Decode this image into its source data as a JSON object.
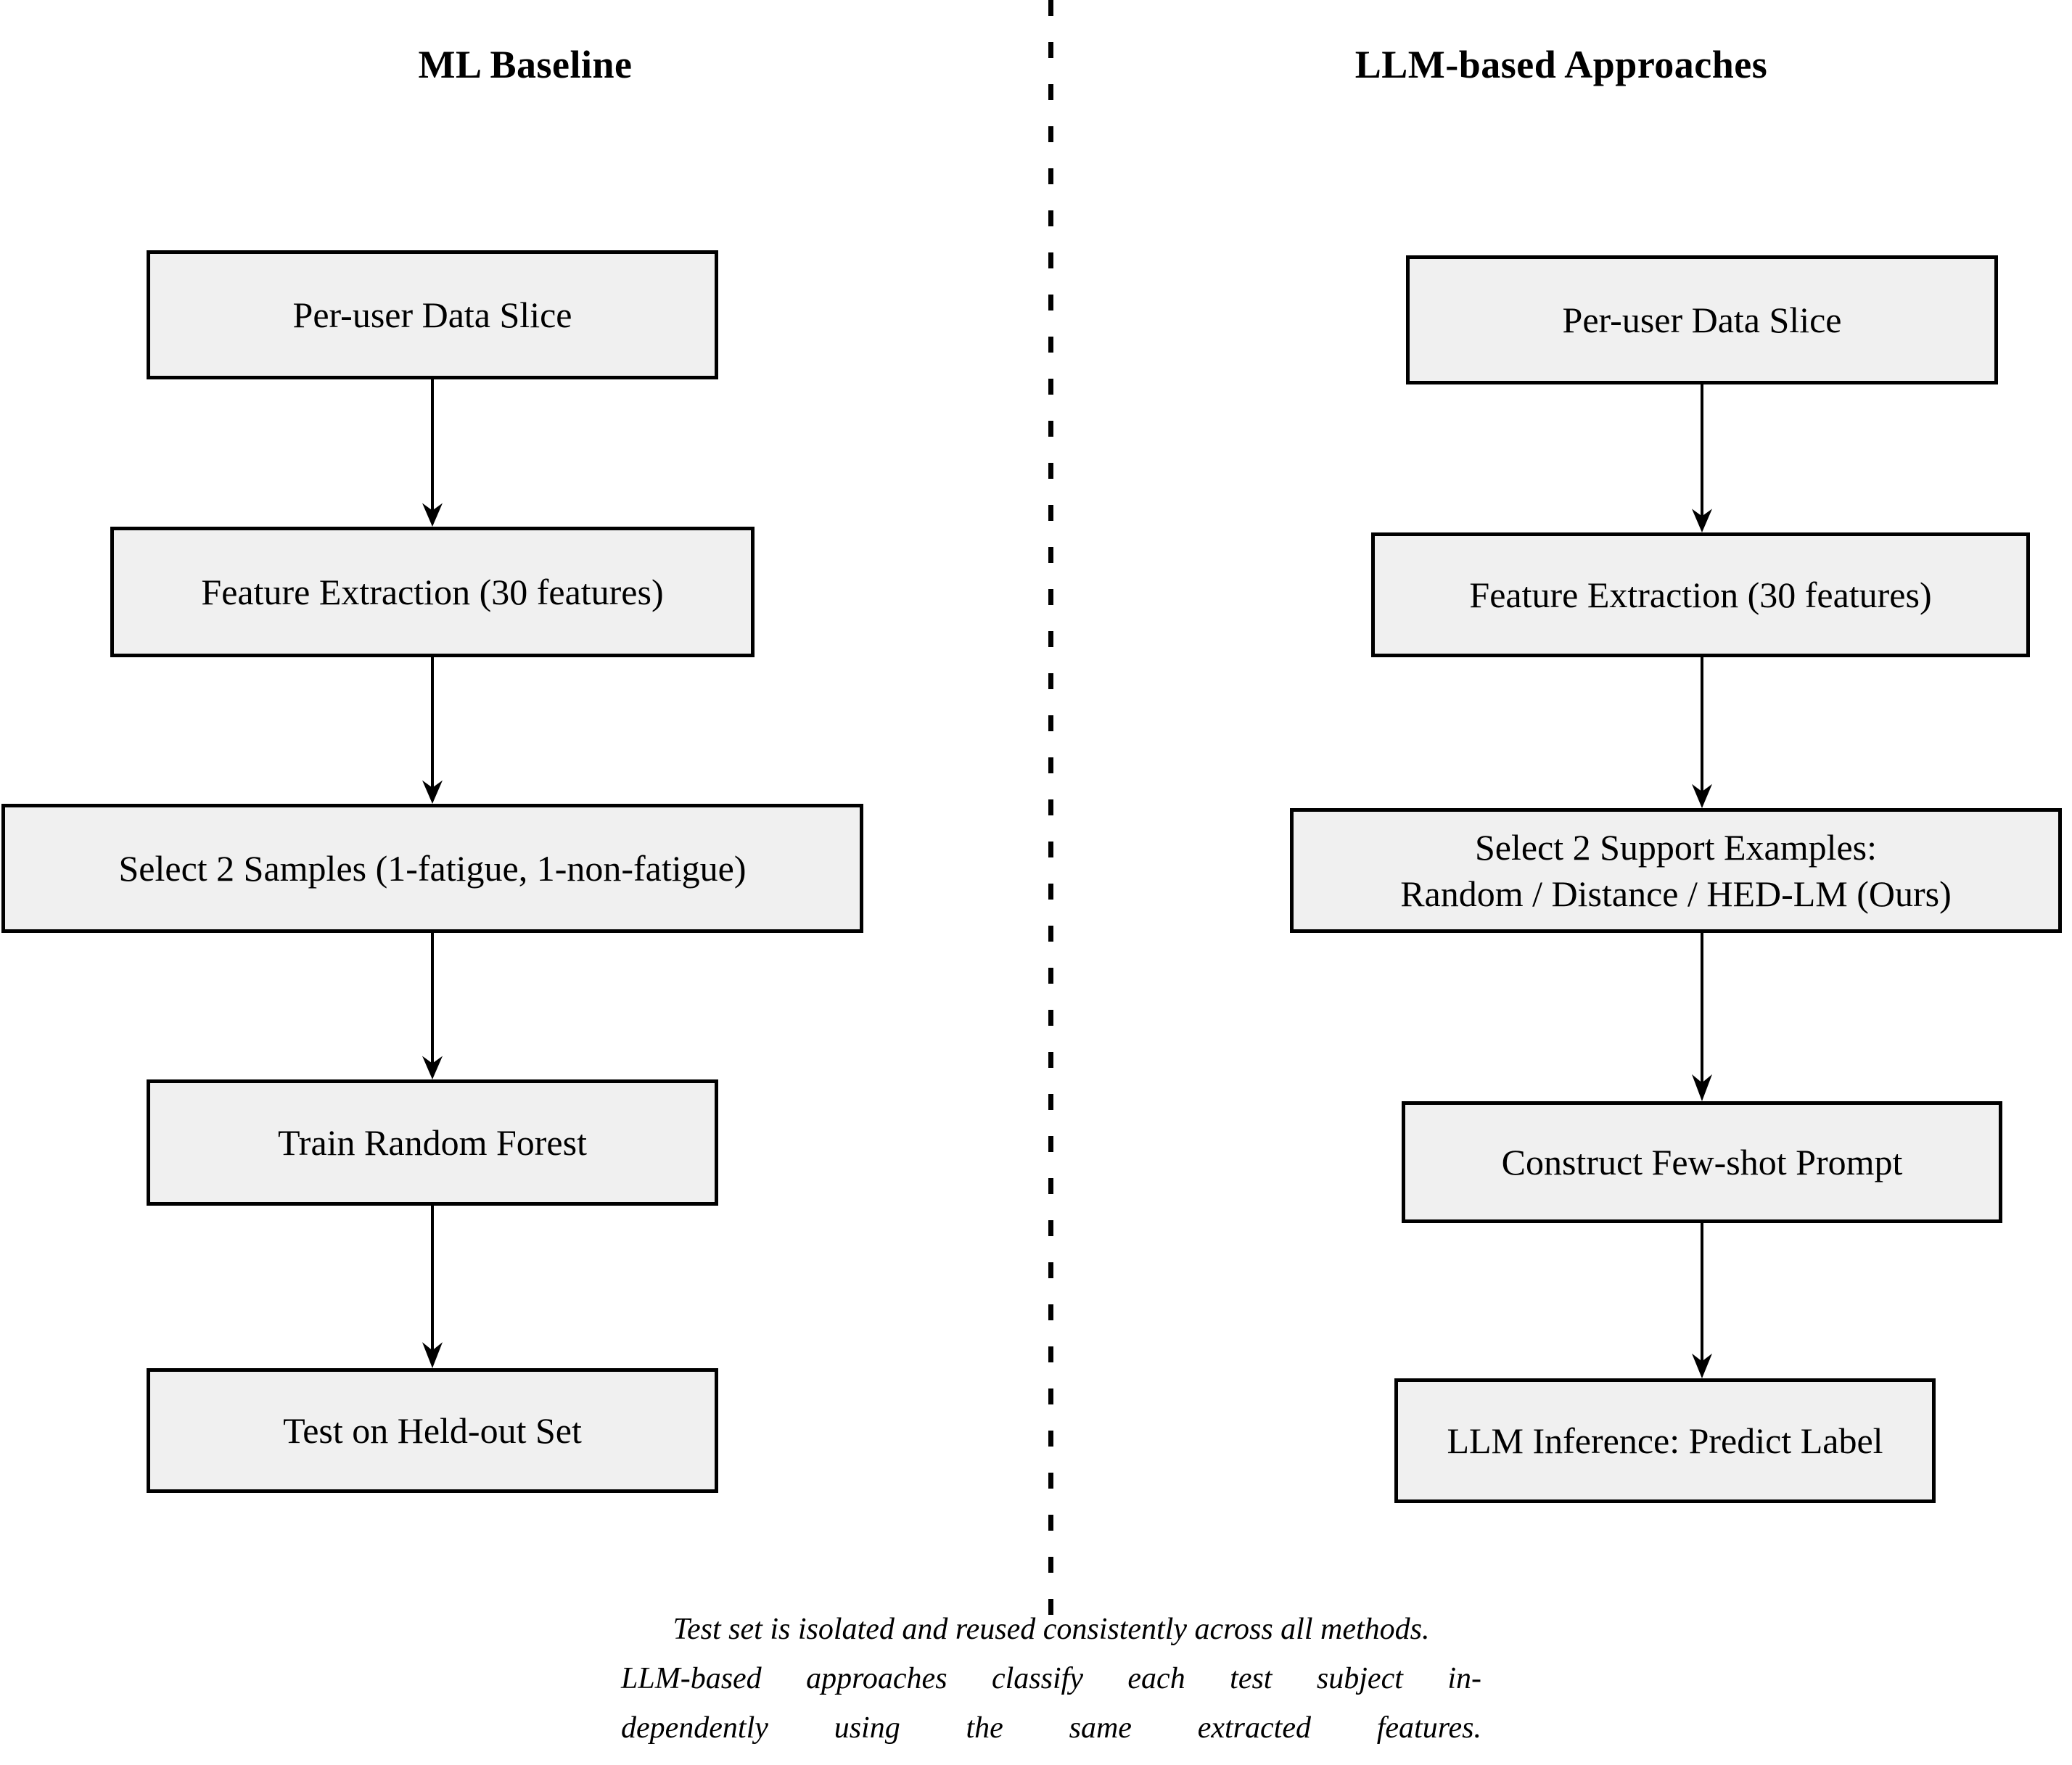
{
  "headers": {
    "left": "ML Baseline",
    "right": "LLM-based Approaches"
  },
  "colors": {
    "node_fill": "#f0f0f0",
    "node_border": "#000000",
    "text": "#000000",
    "background": "#ffffff",
    "divider": "#000000"
  },
  "left_pipeline": {
    "nodes": [
      {
        "label": "Per-user Data Slice"
      },
      {
        "label": "Feature Extraction (30 features)"
      },
      {
        "label": "Select 2 Samples (1-fatigue, 1-non-fatigue)"
      },
      {
        "label": "Train Random Forest"
      },
      {
        "label": "Test on Held-out Set"
      }
    ]
  },
  "right_pipeline": {
    "nodes": [
      {
        "label": "Per-user Data Slice"
      },
      {
        "label": "Feature Extraction (30 features)"
      },
      {
        "line1": "Select 2 Support Examples:",
        "line2": "Random / Distance / HED-LM (Ours)"
      },
      {
        "label": "Construct Few-shot Prompt"
      },
      {
        "label": "LLM Inference: Predict Label"
      }
    ]
  },
  "caption": {
    "line1": "Test set is isolated and reused consistently across all methods.",
    "line2": "LLM-based approaches classify each test subject in-",
    "line3": "dependently using the same extracted features."
  }
}
